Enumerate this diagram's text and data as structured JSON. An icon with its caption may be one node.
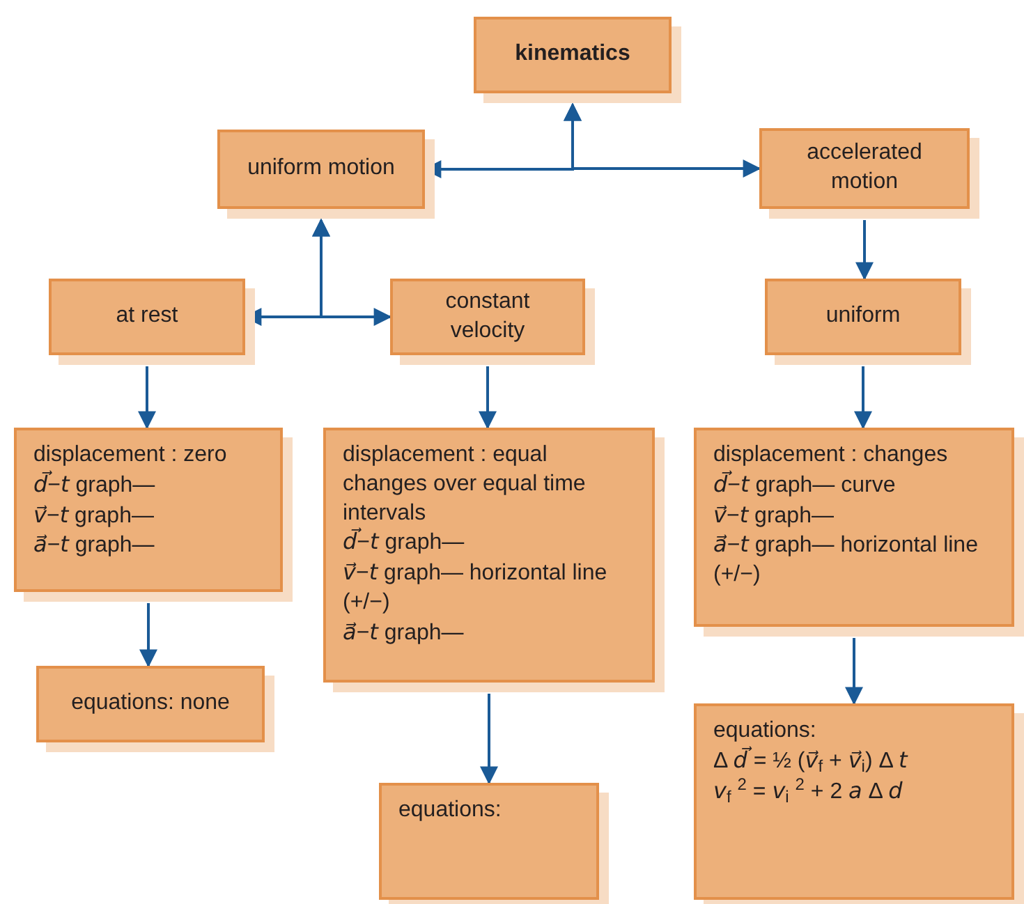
{
  "diagram": {
    "nodes": [
      {
        "text": [
          "kinematics"
        ]
      },
      {
        "text": [
          "uniform motion"
        ]
      },
      {
        "text": [
          "accelerated motion"
        ]
      },
      {
        "text": [
          "at rest"
        ]
      },
      {
        "text": [
          "constant velocity"
        ]
      },
      {
        "text": [
          "uniform"
        ]
      },
      {
        "text": [
          "displacement : zero",
          "*d⃗*−*t* graph—",
          "*v⃗*−*t* graph—",
          "*a⃗*−*t* graph—"
        ]
      },
      {
        "text": [
          "equations: none"
        ]
      },
      {
        "text": [
          "displacement : equal changes over equal time intervals",
          "*d⃗*−*t* graph—",
          "*v⃗*−*t* graph— horizontal line (+/−)",
          "*a⃗*−*t* graph—"
        ]
      },
      {
        "text": [
          "equations:"
        ]
      },
      {
        "text": [
          "displacement : changes",
          "*d⃗*−*t* graph— curve",
          "*v⃗*−*t* graph—",
          "*a⃗*−*t* graph— horizontal line (+/−)"
        ]
      },
      {
        "text": [
          "equations:",
          "Δ *d⃗* = ½ (*v⃗*$_{f}$ + *v⃗*$_{i}$) Δ *t*",
          "*v*$_{f}$ $^{2}$ = *v*$_{i}$ $^{2}$ + 2 *a* Δ *d*"
        ]
      }
    ],
    "edges": [
      {
        "from": 0,
        "to": 1,
        "arrow": "both"
      },
      {
        "from": 0,
        "to": 2,
        "arrow": "both"
      },
      {
        "from": 1,
        "to": 3,
        "arrow": "both"
      },
      {
        "from": 1,
        "to": 4,
        "arrow": "both"
      },
      {
        "from": 2,
        "to": 5,
        "arrow": "to"
      },
      {
        "from": 3,
        "to": 6,
        "arrow": "to"
      },
      {
        "from": 6,
        "to": 7,
        "arrow": "to"
      },
      {
        "from": 4,
        "to": 8,
        "arrow": "to"
      },
      {
        "from": 8,
        "to": 9,
        "arrow": "to"
      },
      {
        "from": 5,
        "to": 10,
        "arrow": "to"
      },
      {
        "from": 10,
        "to": 11,
        "arrow": "to"
      }
    ]
  }
}
